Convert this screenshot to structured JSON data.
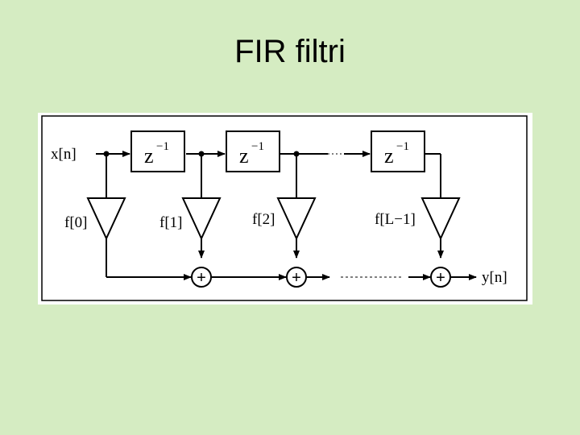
{
  "slide": {
    "title": "FIR filtri"
  },
  "diagram": {
    "input_label": "x[n]",
    "output_label": "y[n]",
    "delay_base": "z",
    "delay_exponent": "−1",
    "coefficients": [
      "f[0]",
      "f[1]",
      "f[2]",
      "f[L−1]"
    ],
    "adder_symbol": "+"
  }
}
